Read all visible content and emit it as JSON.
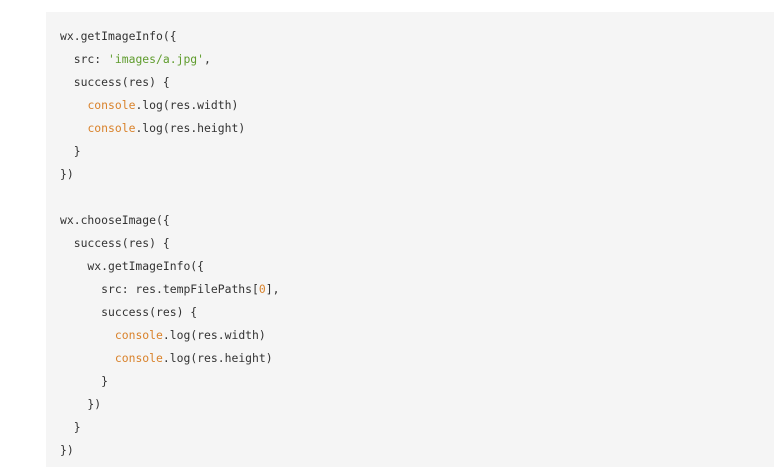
{
  "colors": {
    "background": "#f5f5f5",
    "text": "#333333",
    "string": "#5f9c2d",
    "builtin": "#d9822b",
    "number": "#d9822b"
  },
  "code": {
    "lines": [
      [
        {
          "t": "wx.getImageInfo({"
        }
      ],
      [
        {
          "t": "  src: "
        },
        {
          "t": "'images/a.jpg'",
          "k": "str"
        },
        {
          "t": ","
        }
      ],
      [
        {
          "t": "  success(res) {"
        }
      ],
      [
        {
          "t": "    "
        },
        {
          "t": "console",
          "k": "builtin"
        },
        {
          "t": ".log(res.width)"
        }
      ],
      [
        {
          "t": "    "
        },
        {
          "t": "console",
          "k": "builtin"
        },
        {
          "t": ".log(res.height)"
        }
      ],
      [
        {
          "t": "  }"
        }
      ],
      [
        {
          "t": "})"
        }
      ],
      [],
      [
        {
          "t": "wx.chooseImage({"
        }
      ],
      [
        {
          "t": "  success(res) {"
        }
      ],
      [
        {
          "t": "    wx.getImageInfo({"
        }
      ],
      [
        {
          "t": "      src: res.tempFilePaths["
        },
        {
          "t": "0",
          "k": "num"
        },
        {
          "t": "],"
        }
      ],
      [
        {
          "t": "      success(res) {"
        }
      ],
      [
        {
          "t": "        "
        },
        {
          "t": "console",
          "k": "builtin"
        },
        {
          "t": ".log(res.width)"
        }
      ],
      [
        {
          "t": "        "
        },
        {
          "t": "console",
          "k": "builtin"
        },
        {
          "t": ".log(res.height)"
        }
      ],
      [
        {
          "t": "      }"
        }
      ],
      [
        {
          "t": "    })"
        }
      ],
      [
        {
          "t": "  }"
        }
      ],
      [
        {
          "t": "})"
        }
      ]
    ]
  }
}
